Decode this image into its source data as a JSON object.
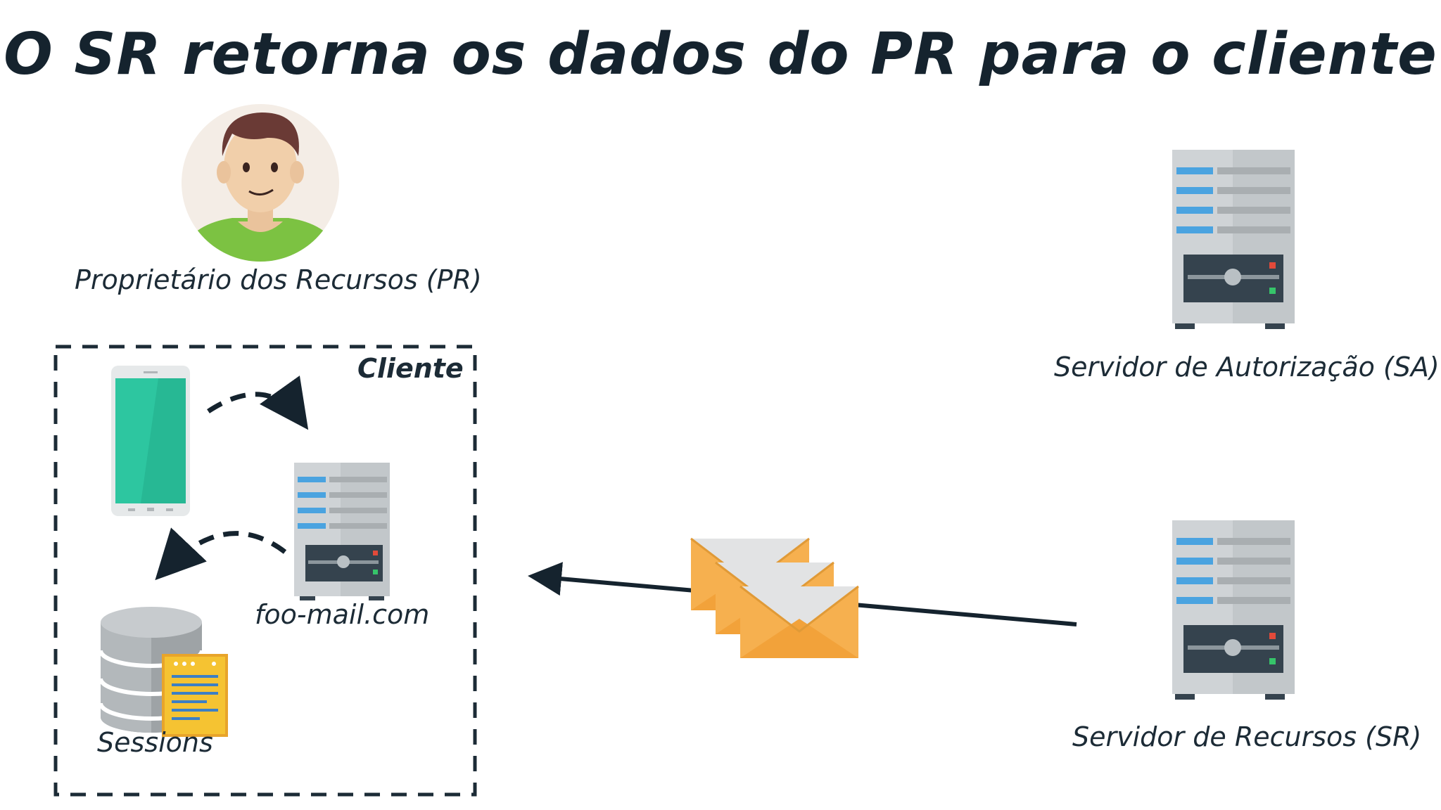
{
  "title": "O SR retorna os dados do PR para o cliente",
  "actors": {
    "resource_owner": "Proprietário dos Recursos (PR)",
    "authorization_server": "Servidor de Autorização (SA)",
    "resource_server": "Servidor de Recursos (SR)"
  },
  "client_box": {
    "label": "Cliente",
    "server_label": "foo-mail.com",
    "sessions_label": "Sessions"
  },
  "icons": {
    "avatar": "person-avatar-icon",
    "phone": "smartphone-icon",
    "server": "server-icon",
    "database": "database-icon",
    "document": "document-icon",
    "envelopes": "envelopes-icon"
  },
  "colors": {
    "title": "#15232e",
    "phone_screen": "#2dc6a0",
    "server_body": "#cfd3d6",
    "server_stripe": "#4aa3e0",
    "envelope": "#f6b04f",
    "document": "#f5c332",
    "avatar_shirt": "#7cc242",
    "arrow": "#15232e"
  }
}
